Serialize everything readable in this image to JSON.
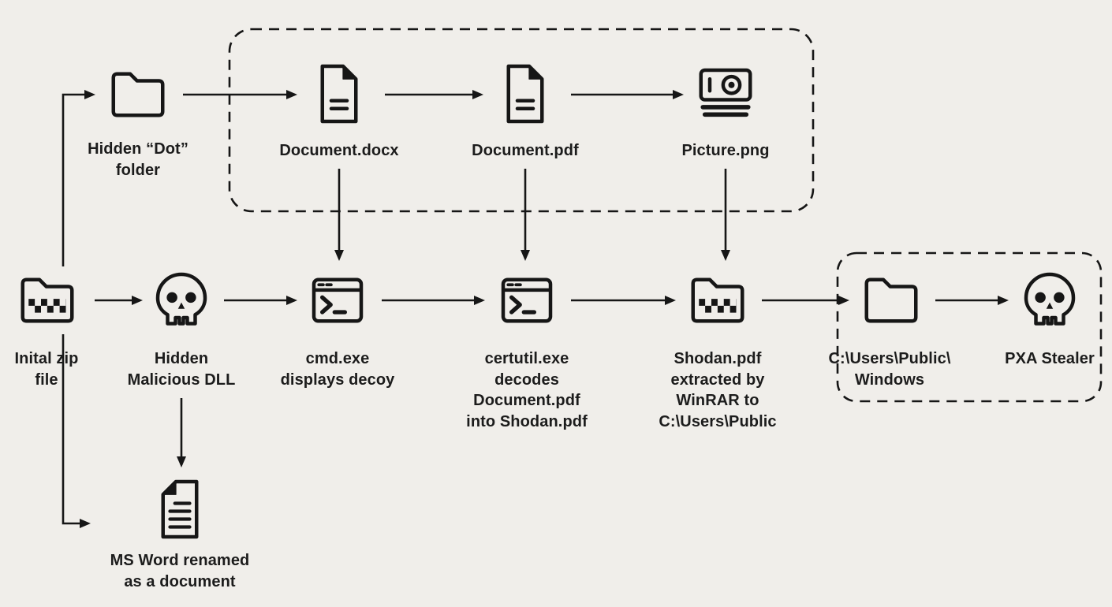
{
  "colors": {
    "background": "#f0eeea",
    "ink": "#161616"
  },
  "diagram": {
    "nodes": {
      "hidden_dot_folder": {
        "icon": "folder-icon",
        "label": "Hidden “Dot”\nfolder"
      },
      "document_docx": {
        "icon": "document-icon",
        "label": "Document.docx"
      },
      "document_pdf": {
        "icon": "document-icon",
        "label": "Document.pdf"
      },
      "picture_png": {
        "icon": "picture-icon",
        "label": "Picture.png"
      },
      "initial_zip": {
        "icon": "zip-folder-icon",
        "label": "Inital zip\nfile"
      },
      "hidden_dll": {
        "icon": "skull-icon",
        "label": "Hidden\nMalicious DLL"
      },
      "cmd": {
        "icon": "terminal-icon",
        "label": "cmd.exe\ndisplays decoy"
      },
      "certutil": {
        "icon": "terminal-icon",
        "label": "certutil.exe\ndecodes\nDocument.pdf\ninto Shodan.pdf"
      },
      "shodan_zip": {
        "icon": "zip-folder-icon",
        "label": "Shodan.pdf\nextracted by\nWinRAR to\nC:\\Users\\Public"
      },
      "public_windows": {
        "icon": "folder-icon",
        "label": "C:\\Users\\Public\\\nWindows"
      },
      "pxa_stealer": {
        "icon": "skull-icon",
        "label": "PXA Stealer"
      },
      "ms_word": {
        "icon": "notes-document-icon",
        "label": "MS Word renamed\nas a document"
      }
    },
    "groups": {
      "decoy_documents": {
        "style": "dashed-rounded"
      },
      "payload_drop": {
        "style": "dashed-rounded"
      }
    }
  }
}
